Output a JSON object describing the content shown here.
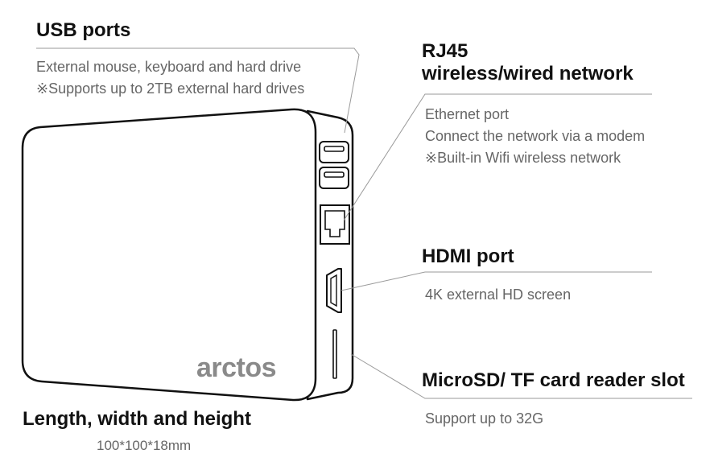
{
  "usb": {
    "title": "USB ports",
    "lines": [
      "External mouse, keyboard and hard drive",
      "※Supports up to 2TB external hard drives"
    ]
  },
  "rj45": {
    "title_line1": "RJ45",
    "title_line2": "wireless/wired network",
    "lines": [
      "Ethernet port",
      "Connect the network via a modem",
      "※Built-in Wifi wireless network"
    ]
  },
  "hdmi": {
    "title": "HDMI port",
    "lines": [
      "4K external HD screen"
    ]
  },
  "microsd": {
    "title": "MicroSD/ TF card reader slot",
    "lines": [
      "Support up to 32G"
    ]
  },
  "dimensions": {
    "title": "Length, width and height",
    "value": "100*100*18mm"
  },
  "brand": {
    "logo_text": "arctos"
  },
  "colors": {
    "line": "#9a9a9a",
    "device_outline": "#111111",
    "logo": "#8a8a8a"
  }
}
